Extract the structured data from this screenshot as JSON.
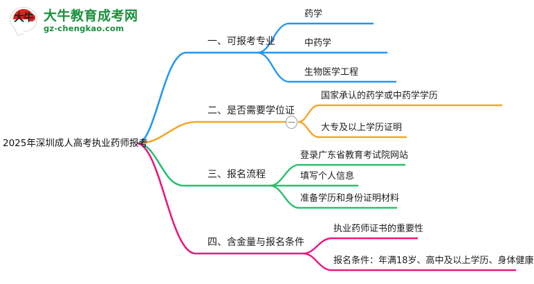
{
  "brand": {
    "logo_mark_text": "大牛",
    "name": "大牛教育成考网",
    "url": "gz-chengkao.com",
    "mark_color": "#d9251d",
    "name_color": "#1a8f3c"
  },
  "mindmap": {
    "type": "mindmap",
    "root": {
      "label": "2025年深圳成人高考执业药师报考"
    },
    "branches": [
      {
        "id": "branch-1",
        "label": "一、可报考专业",
        "color": "#2196f3",
        "collapsible": false,
        "children": [
          {
            "label": "药学"
          },
          {
            "label": "中药学"
          },
          {
            "label": "生物医学工程"
          }
        ]
      },
      {
        "id": "branch-2",
        "label": "二、是否需要学位证",
        "color": "#f5a623",
        "collapsible": true,
        "toggle_state": "expanded",
        "toggle_glyph": "minus",
        "children": [
          {
            "label": "国家承认的药学或中药学学历"
          },
          {
            "label": "大专及以上学历证明"
          }
        ]
      },
      {
        "id": "branch-3",
        "label": "三、报名流程",
        "color": "#25c16f",
        "collapsible": false,
        "children": [
          {
            "label": "登录广东省教育考试院网站"
          },
          {
            "label": "填写个人信息"
          },
          {
            "label": "准备学历和身份证明材料"
          }
        ]
      },
      {
        "id": "branch-4",
        "label": "四、含金量与报名条件",
        "color": "#ec167f",
        "collapsible": false,
        "children": [
          {
            "label": "执业药师证书的重要性"
          },
          {
            "label": "报名条件：年满18岁、高中及以上学历、身体健康"
          }
        ]
      }
    ]
  }
}
